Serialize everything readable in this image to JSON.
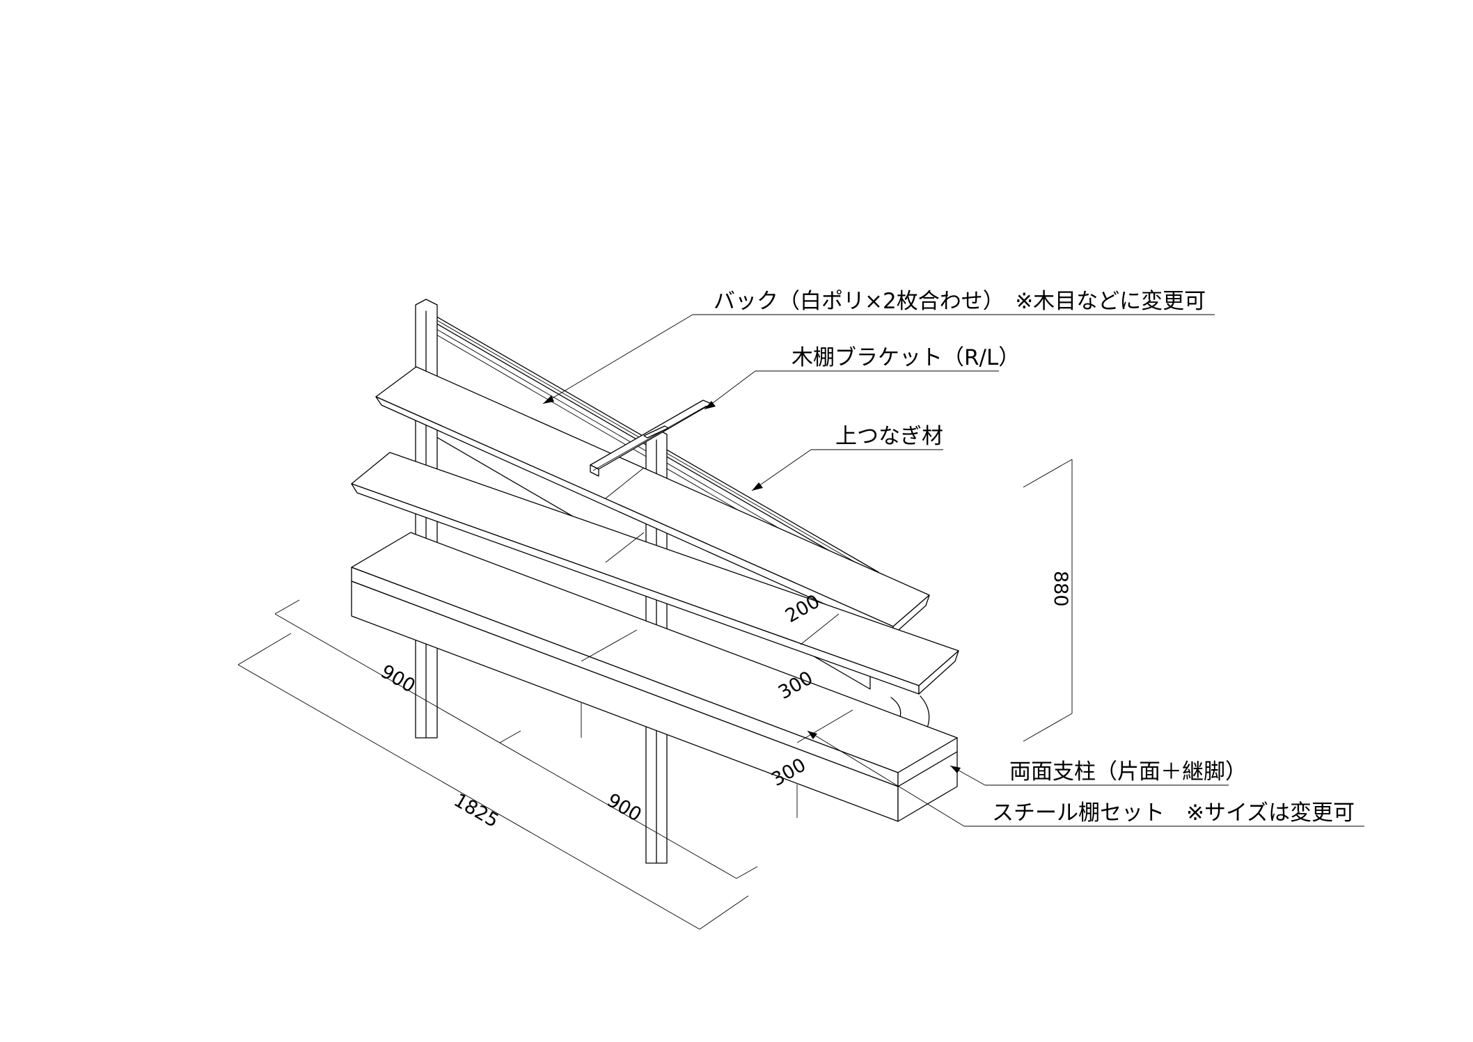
{
  "callouts": {
    "back": "バック（白ポリ×2枚合わせ）　※木目などに変更可",
    "bracket": "木棚ブラケット（R/L）",
    "top_rail": "上つなぎ材",
    "post": "両面支柱（片面＋継脚）",
    "steel_shelf": "スチール棚セット　※サイズは変更可"
  },
  "dimensions": {
    "total_width": "1825",
    "half_width_left": "900",
    "half_width_right": "900",
    "height": "880",
    "top_shelf_depth": "200",
    "middle_shelf_depth": "300",
    "bottom_shelf_depth": "300"
  }
}
